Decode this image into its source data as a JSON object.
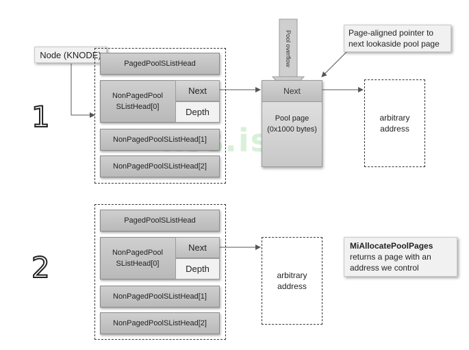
{
  "node_label": "Node (KNODE)",
  "step1": {
    "number": "1",
    "paged_head": "PagedPoolSListHead",
    "nonpaged_head0": "NonPagedPool SListHead[0]",
    "next": "Next",
    "depth": "Depth",
    "nonpaged_head1": "NonPagedPoolSListHead[1]",
    "nonpaged_head2": "NonPagedPoolSListHead[2]",
    "pool_page_next": "Next",
    "pool_page_text": "Pool page (0x1000 bytes)",
    "pool_overflow": "Pool overflow",
    "callout": "Page-aligned pointer to next lookaside pool page",
    "arbitrary": "arbitrary address"
  },
  "step2": {
    "number": "2",
    "paged_head": "PagedPoolSListHead",
    "nonpaged_head0": "NonPagedPool SListHead[0]",
    "next": "Next",
    "depth": "Depth",
    "nonpaged_head1": "NonPagedPoolSListHead[1]",
    "nonpaged_head2": "NonPagedPoolSListHead[2]",
    "arbitrary": "arbitrary address",
    "note_bold": "MiAllocatePoolPages",
    "note_rest": "returns a page with an address we control"
  },
  "watermark": "xss.is"
}
